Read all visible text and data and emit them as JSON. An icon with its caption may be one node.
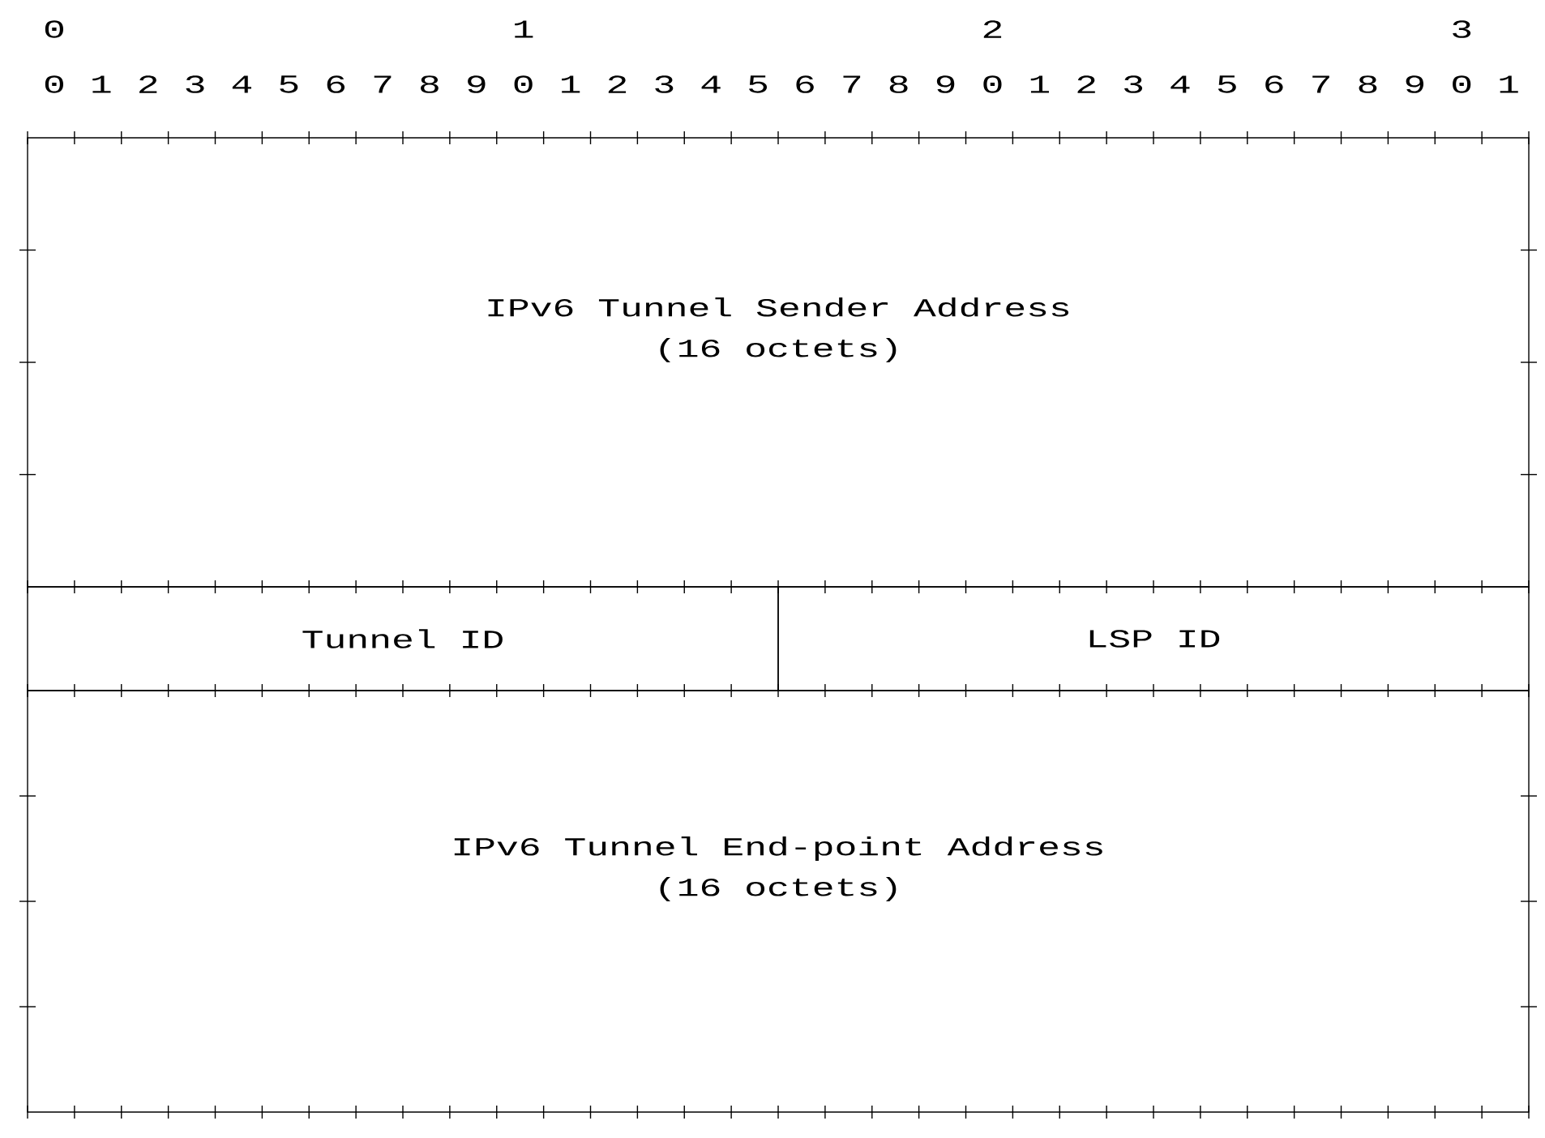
{
  "diagram": {
    "nodes": [
      {
        "text": [
          "IPv6 Tunnel Sender Address",
          "(16 octets)"
        ]
      },
      {
        "text": [
          "Tunnel ID"
        ]
      },
      {
        "text": [
          "LSP ID"
        ]
      },
      {
        "text": [
          "IPv6 Tunnel End-point Address",
          "(16 octets)"
        ]
      }
    ],
    "labels": [
      "0",
      "1",
      "2",
      "3",
      "0",
      "1",
      "2",
      "3",
      "4",
      "5",
      "6",
      "7",
      "8",
      "9",
      "0",
      "1",
      "2",
      "3",
      "4",
      "5",
      "6",
      "7",
      "8",
      "9",
      "0",
      "1",
      "2",
      "3",
      "4",
      "5",
      "6",
      "7",
      "8",
      "9",
      "0",
      "1"
    ]
  }
}
